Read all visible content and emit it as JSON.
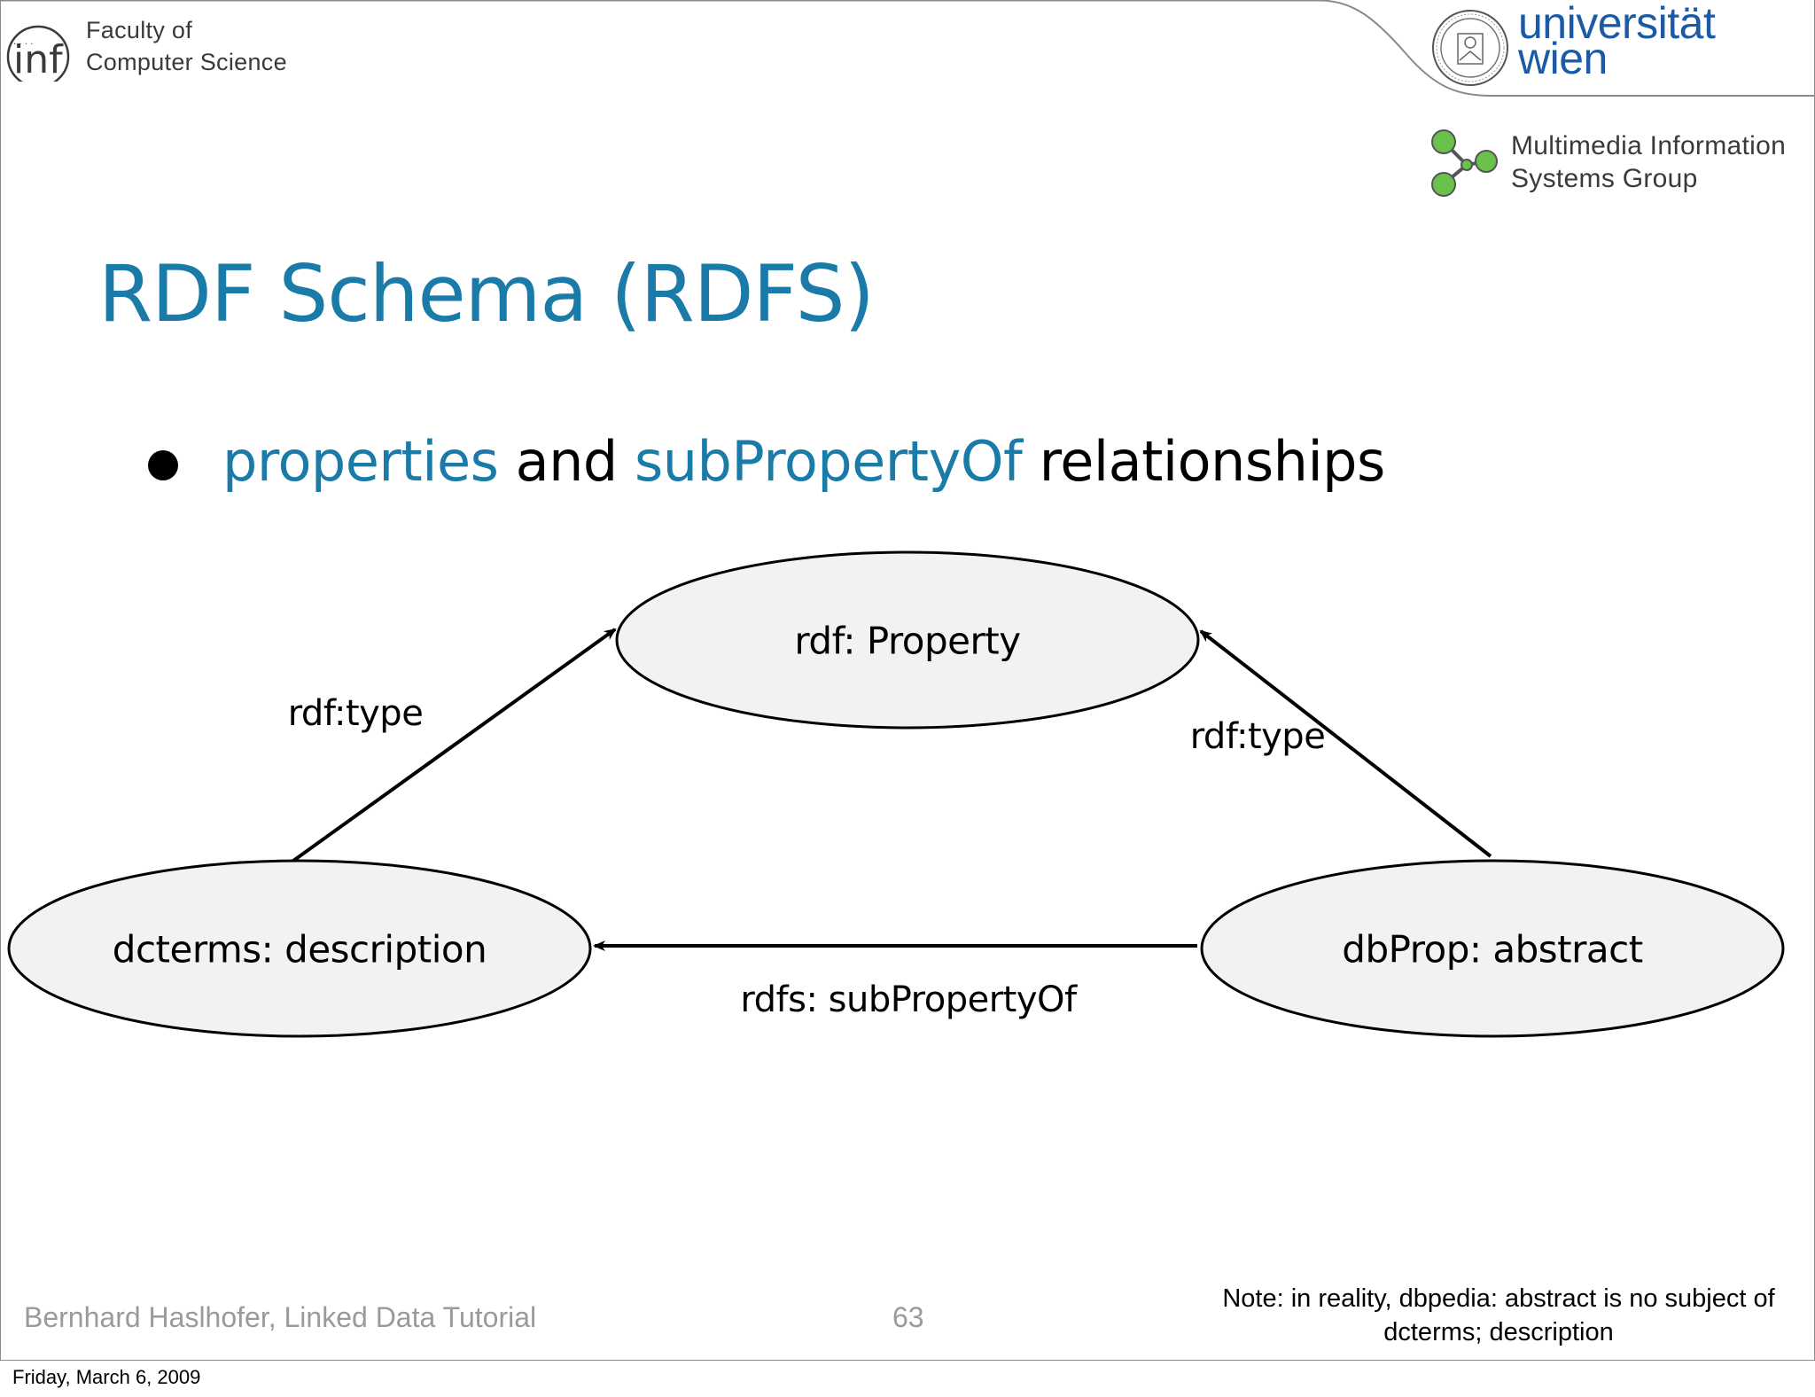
{
  "header": {
    "faculty_line1": "Faculty of",
    "faculty_line2": "Computer Science",
    "inf_logo_text": "inf",
    "university_line1": "universität",
    "university_line2": "wien",
    "group_line1": "Multimedia Information",
    "group_line2": "Systems Group"
  },
  "slide": {
    "title": "RDF Schema (RDFS)",
    "bullet": {
      "part1": "properties",
      "part2": " and ",
      "part3": "subPropertyOf",
      "part4": " relationships"
    }
  },
  "diagram": {
    "nodes": {
      "top": "rdf: Property",
      "left": "dcterms: description",
      "right": "dbProp: abstract"
    },
    "edges": {
      "left_to_top": "rdf:type",
      "right_to_top": "rdf:type",
      "right_to_left": "rdfs: subPropertyOf"
    }
  },
  "footer": {
    "author": "Bernhard Haslhofer, Linked Data Tutorial",
    "page": "63",
    "note_line1": "Note: in reality, dbpedia: abstract is no subject of",
    "note_line2": "dcterms; description"
  },
  "print_date": "Friday, March 6, 2009",
  "colors": {
    "accent": "#1a7aa8",
    "university": "#1a5aa6",
    "group_green": "#6ac24a",
    "node_fill": "#f2f1f3"
  }
}
